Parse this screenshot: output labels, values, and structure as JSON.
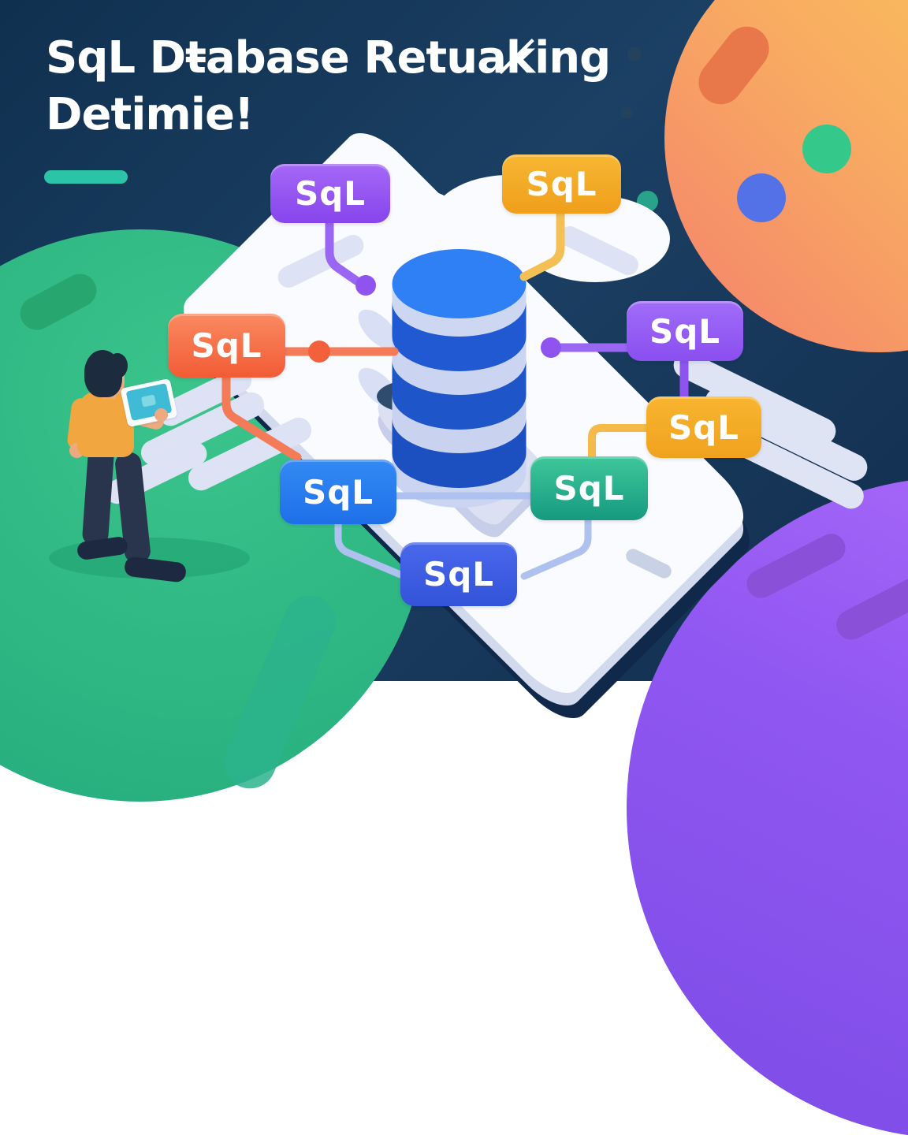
{
  "title": {
    "line1": "SqL Dŧabase Retuak̸ing",
    "line2": "Detimie!"
  },
  "accent_dash_color": "#2bc4a8",
  "background_color": "#173d63",
  "badges": [
    {
      "id": "sql-badge-top-purple",
      "label": "SqL",
      "color_top": "#a468f7",
      "color_bottom": "#8745ec"
    },
    {
      "id": "sql-badge-top-yellow",
      "label": "SqL",
      "color_top": "#f7b733",
      "color_bottom": "#ef9e1a"
    },
    {
      "id": "sql-badge-left-coral",
      "label": "SqL",
      "color_top": "#fa8a60",
      "color_bottom": "#f25b36"
    },
    {
      "id": "sql-badge-right-purple",
      "label": "SqL",
      "color_top": "#a06cf8",
      "color_bottom": "#8a4ff0"
    },
    {
      "id": "sql-badge-right-yellow",
      "label": "SqL",
      "color_top": "#f8b52f",
      "color_bottom": "#f0a21f"
    },
    {
      "id": "sql-badge-bottom-blue",
      "label": "SqL",
      "color_top": "#338af3",
      "color_bottom": "#1f6fe8"
    },
    {
      "id": "sql-badge-bottom-teal",
      "label": "SqL",
      "color_top": "#3fc79a",
      "color_bottom": "#159a80"
    },
    {
      "id": "sql-badge-bottom-indigo",
      "label": "SqL",
      "color_top": "#4968ec",
      "color_bottom": "#3353d8"
    }
  ],
  "database": {
    "top_color": "#2e80f4",
    "dark_band_color": "#1e55c9",
    "light_band_color": "#cbd5f1",
    "pedestal_color": "#dbe1f3"
  },
  "scene_colors": {
    "planet_orange": "#f8a763",
    "planet_purple": "#9157f2",
    "green_blob": "#2eb683",
    "platform_white": "#fafbfe",
    "connector_purple": "#9a66f4",
    "connector_yellow": "#f4c055",
    "connector_coral": "#f47b58",
    "connector_periwinkle": "#afc1ee",
    "person_shirt": "#f2a63f",
    "tablet_screen": "#3fbbd6"
  }
}
